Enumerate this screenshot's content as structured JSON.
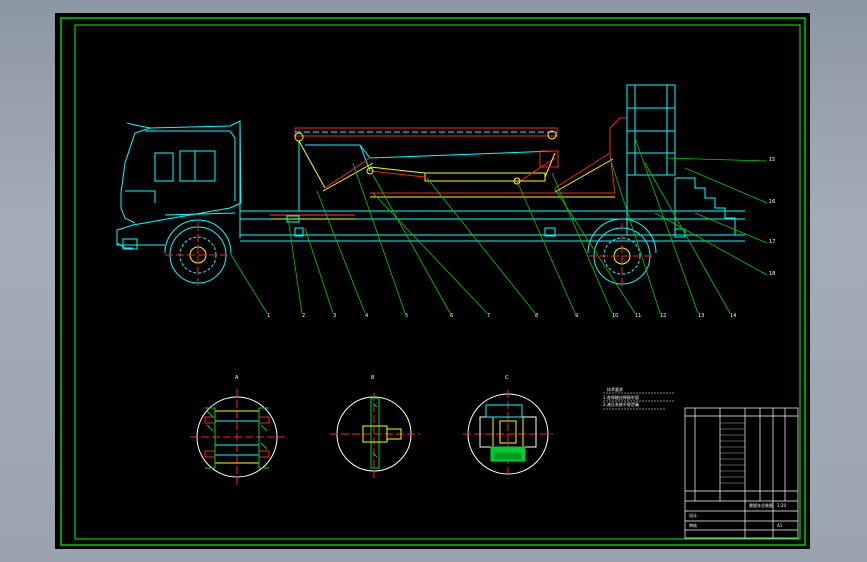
{
  "colors": {
    "canvas": "#000000",
    "frame": "#00ff00",
    "outline": "#00ffff",
    "mechanism": "#ff2020",
    "cylinder": "#ffff00",
    "leader": "#00cc00",
    "text": "#ffffff",
    "hatch": "#00cc33"
  },
  "drawing": {
    "callout_labels_bottom": [
      "1",
      "2",
      "3",
      "4",
      "5",
      "6",
      "7",
      "8",
      "9",
      "10",
      "11",
      "12",
      "13",
      "14"
    ],
    "callout_labels_right": [
      "15",
      "16",
      "17",
      "18"
    ],
    "detail_labels": [
      "A",
      "B",
      "C"
    ],
    "notes_title": "技术要求",
    "notes_lines": [
      "1.各焊缝应焊接牢固",
      "2.液压系统不得泄漏"
    ],
    "title_block": {
      "part_name": "救援车总装图",
      "scale": "1:20",
      "sheet": "A1",
      "designer": "设计",
      "checker": "审核"
    }
  }
}
